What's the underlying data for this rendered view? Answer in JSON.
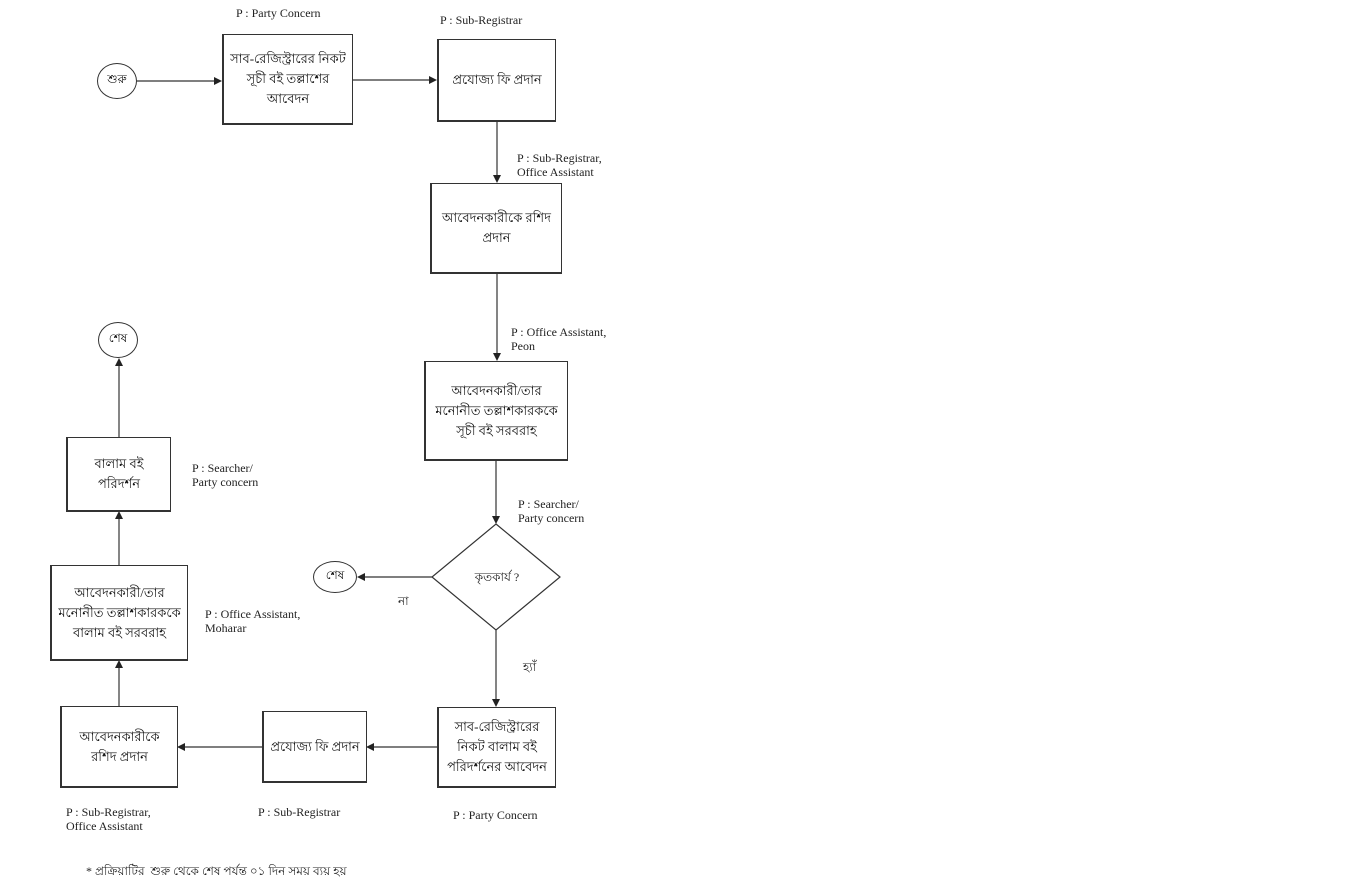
{
  "diagram": {
    "terminals": {
      "start": "শুরু",
      "end_no": "শেষ",
      "end_final": "শেষ"
    },
    "steps": [
      {
        "id": "s1",
        "text": "সাব-রেজিস্ট্রারের নিকট সূচী বই তল্লাশের আবেদন",
        "role": "P : Party Concern"
      },
      {
        "id": "s2",
        "text": "প্রযোজ্য ফি প্রদান",
        "role": "P : Sub-Registrar"
      },
      {
        "id": "s3",
        "text": "আবেদনকারীকে রশিদ প্রদান",
        "role": "P : Sub-Registrar,\nOffice Assistant"
      },
      {
        "id": "s4",
        "text": "আবেদনকারী/তার মনোনীত তল্লাশকারককে সূচী বই সরবরাহ",
        "role": "P : Office Assistant,\nPeon"
      },
      {
        "id": "decision",
        "text": "কৃতকার্য ?",
        "role": "P : Searcher/\nParty concern"
      },
      {
        "id": "s5",
        "text": "সাব-রেজিস্ট্রারের নিকট বালাম বই পরিদর্শনের আবেদন",
        "role": "P : Party Concern"
      },
      {
        "id": "s6",
        "text": "প্রযোজ্য ফি প্রদান",
        "role": "P : Sub-Registrar"
      },
      {
        "id": "s7",
        "text": "আবেদনকারীকে রশিদ প্রদান",
        "role": "P : Sub-Registrar,\nOffice Assistant"
      },
      {
        "id": "s8",
        "text": "আবেদনকারী/তার মনোনীত তল্লাশকারককে বালাম বই সরবরাহ",
        "role": "P : Office Assistant,\nMoharar"
      },
      {
        "id": "s9",
        "text": "বালাম বই পরিদর্শন",
        "role": "P : Searcher/\nParty concern"
      }
    ],
    "branches": {
      "no": "না",
      "yes": "হ্যাঁ"
    },
    "footnote": "* প্রক্রিয়াটির  শুরু থেকে শেষ পর্যন্ত ০১ দিন সময় ব্যয় হয়"
  }
}
